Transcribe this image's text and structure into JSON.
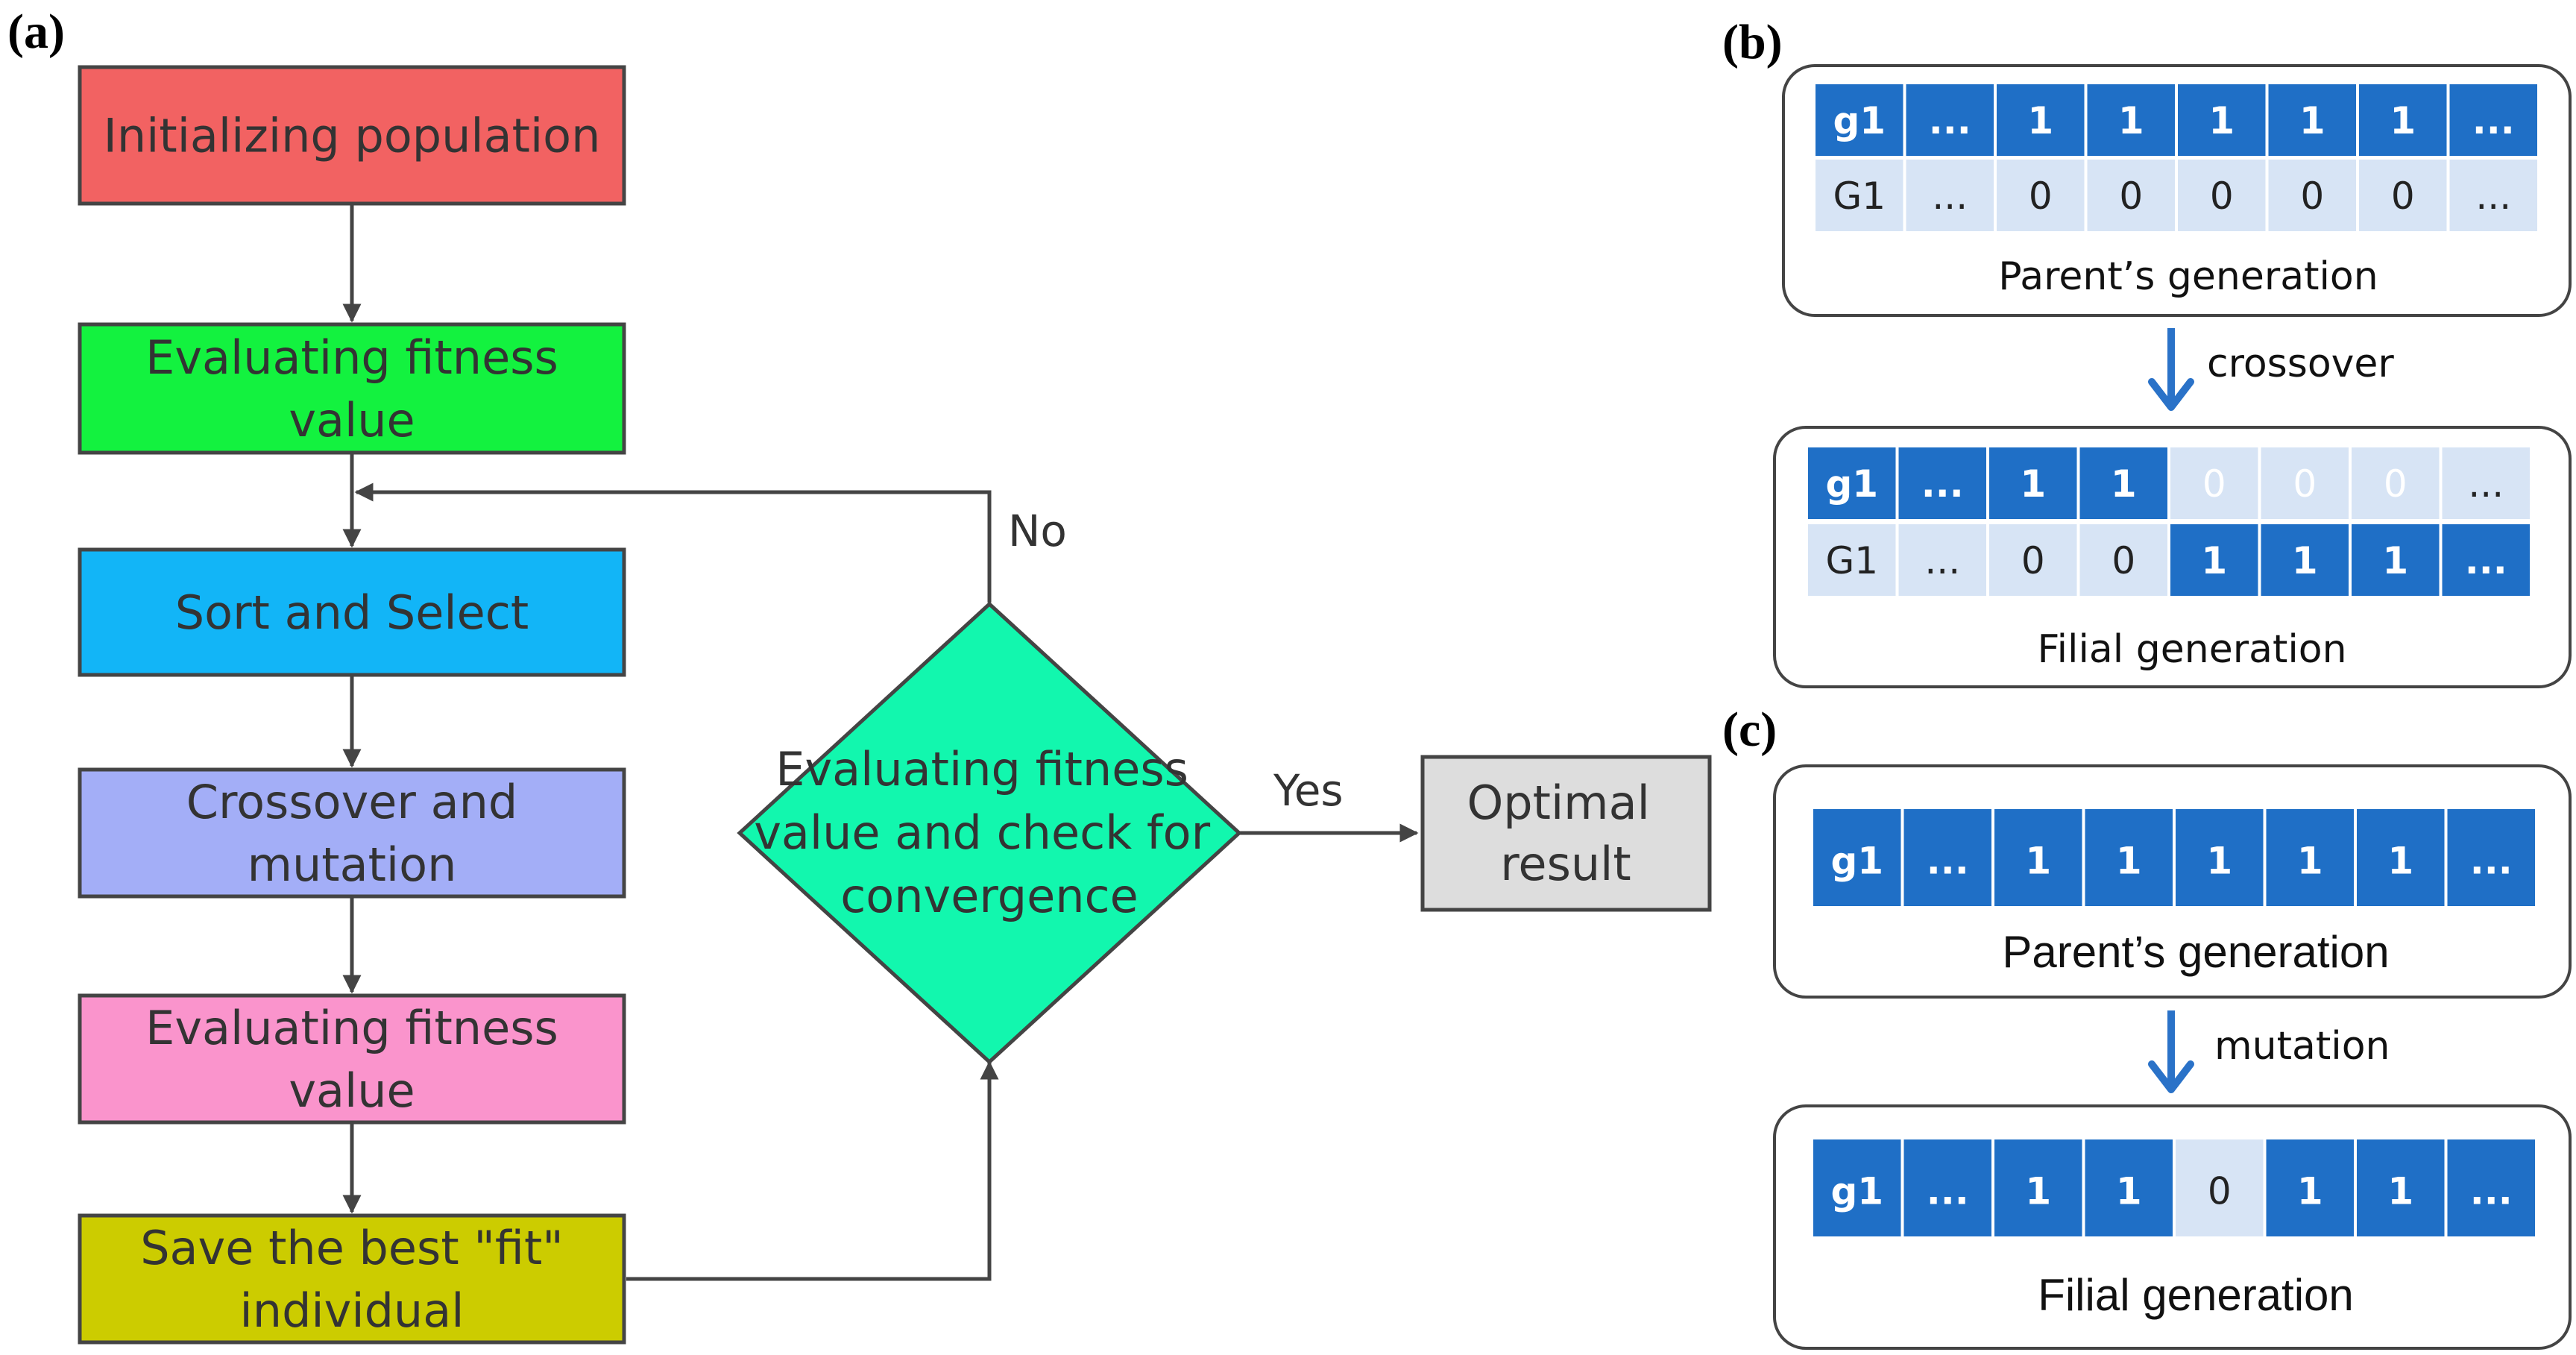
{
  "panel_a": {
    "label": "(a)",
    "steps": [
      {
        "lines": [
          "Initializing population"
        ],
        "color": "#f26262"
      },
      {
        "lines": [
          "Evaluating fitness",
          "value"
        ],
        "color": "#13f23f"
      },
      {
        "lines": [
          "Sort and Select"
        ],
        "color": "#12b5f7"
      },
      {
        "lines": [
          "Crossover and",
          "mutation"
        ],
        "color": "#a3aef7"
      },
      {
        "lines": [
          "Evaluating fitness",
          "value"
        ],
        "color": "#fa94cc"
      },
      {
        "lines": [
          "Save the best \"fit\"",
          "individual"
        ],
        "color": "#cccc00"
      }
    ],
    "decision": {
      "lines": [
        "Evaluating fitness",
        "value and check for",
        "convergence"
      ],
      "color": "#12f7ae"
    },
    "no_label": "No",
    "yes_label": "Yes",
    "result": {
      "lines": [
        "Optimal",
        "result"
      ],
      "color": "#dddddd"
    }
  },
  "panel_b": {
    "label": "(b)",
    "arrow_label": "crossover",
    "parent": {
      "caption": "Parent’s generation",
      "rows": [
        [
          "g1",
          "...",
          "1",
          "1",
          "1",
          "1",
          "1",
          "..."
        ],
        [
          "G1",
          "...",
          "0",
          "0",
          "0",
          "0",
          "0",
          "..."
        ]
      ]
    },
    "filial": {
      "caption": "Filial generation",
      "rows": [
        [
          "g1",
          "...",
          "1",
          "1",
          "0",
          "0",
          "0",
          "..."
        ],
        [
          "G1",
          "...",
          "0",
          "0",
          "1",
          "1",
          "1",
          "..."
        ]
      ]
    }
  },
  "panel_c": {
    "label": "(c)",
    "arrow_label": "mutation",
    "parent": {
      "caption": "Parent’s generation",
      "row": [
        "g1",
        "...",
        "1",
        "1",
        "1",
        "1",
        "1",
        "..."
      ]
    },
    "filial": {
      "caption": "Filial generation",
      "row": [
        "g1",
        "...",
        "1",
        "1",
        "0",
        "1",
        "1",
        "..."
      ]
    }
  },
  "colors": {
    "dark_cell": "#1f6fc6",
    "light_cell": "#d7e4f5",
    "arrow_blue": "#2a72c8",
    "flow_line": "#444444"
  }
}
